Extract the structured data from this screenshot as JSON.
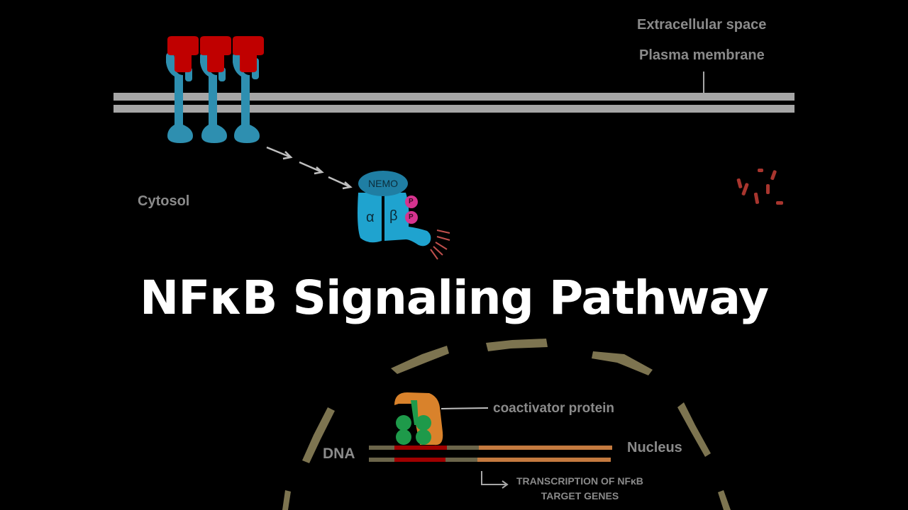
{
  "title": "NFκB Signaling Pathway",
  "labels": {
    "extracellular": "Extracellular space",
    "plasma_membrane": "Plasma membrane",
    "cytosol": "Cytosol",
    "coactivator": "coactivator protein",
    "dna": "DNA",
    "nucleus": "Nucleus",
    "transcription_line1": "TRANSCRIPTION OF NFκB",
    "transcription_line2": "TARGET GENES"
  },
  "ikk_complex": {
    "nemo": "NEMO",
    "alpha": "α",
    "beta": "β",
    "phospho": [
      "P",
      "P"
    ]
  },
  "colors": {
    "background": "#000000",
    "membrane": "#a6a6a6",
    "receptor": "#2e8fb0",
    "ligand": "#c00000",
    "ikk": "#1fa3cf",
    "phosphate": "#d6338f",
    "nucleus_envelope": "#7d7450",
    "nfkb": "#1e9a4a",
    "coactivator": "#d9822b",
    "dna_neutral": "#6b654a",
    "dna_site": "#a00000",
    "dna_gene": "#c47a3f",
    "label_gray": "#8a8a8a"
  }
}
